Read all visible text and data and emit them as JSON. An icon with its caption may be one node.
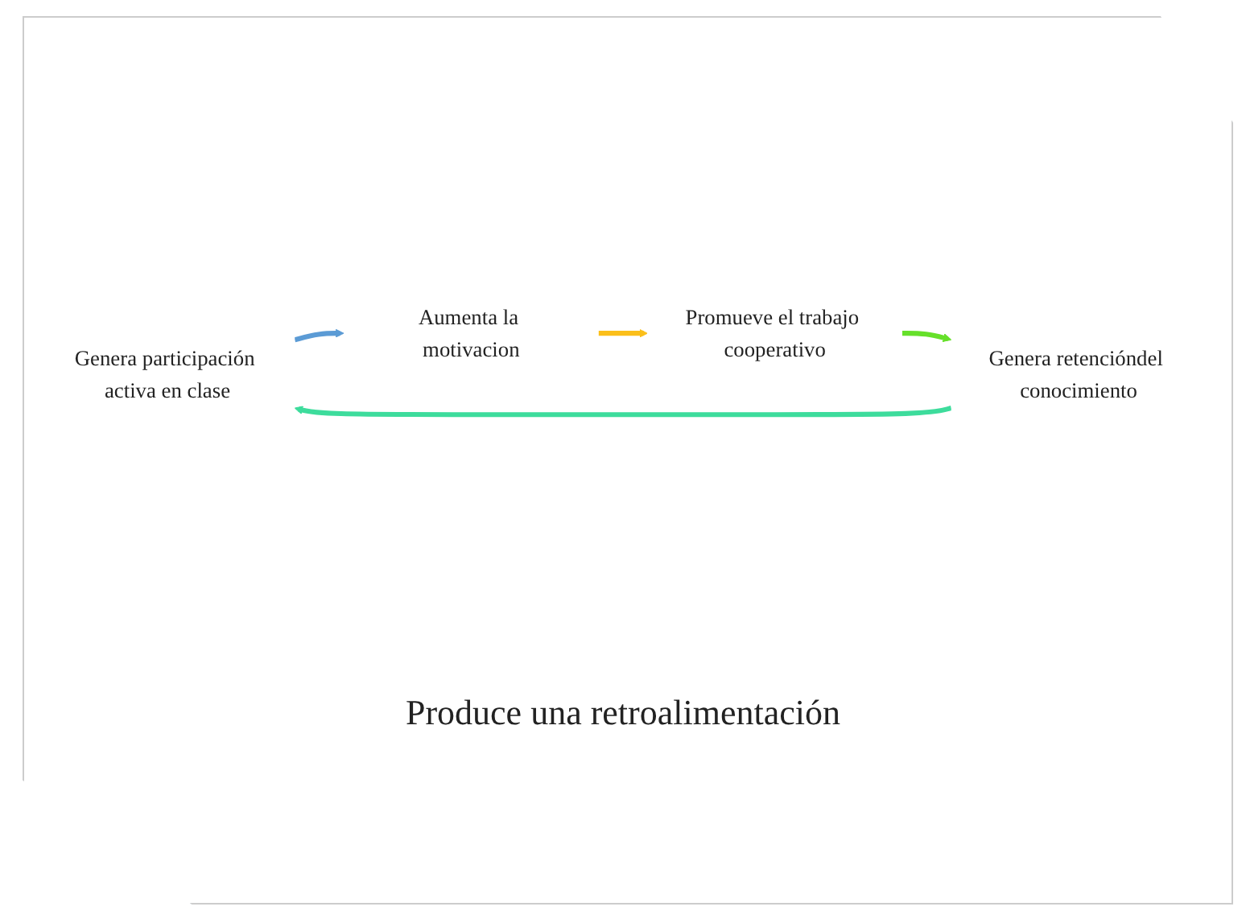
{
  "diagram": {
    "nodes": [
      {
        "text": [
          "Genera participación activa en clase"
        ]
      },
      {
        "text": [
          "Aumenta la motivacion"
        ]
      },
      {
        "text": [
          "Promueve el trabajo cooperativo"
        ]
      },
      {
        "text": [
          "Genera retencióndel conocimiento"
        ]
      }
    ],
    "edges": [
      {
        "from": 0,
        "to": 1,
        "arrow": "to",
        "color": "#5b9bd5"
      },
      {
        "from": 1,
        "to": 2,
        "arrow": "to",
        "color": "#fbbf1a"
      },
      {
        "from": 2,
        "to": 3,
        "arrow": "to",
        "color": "#66e02a"
      },
      {
        "from": 3,
        "to": 0,
        "arrow": "to",
        "color": "#3ddc9c"
      }
    ],
    "labels": [
      "Produce una retroalimentación"
    ]
  }
}
